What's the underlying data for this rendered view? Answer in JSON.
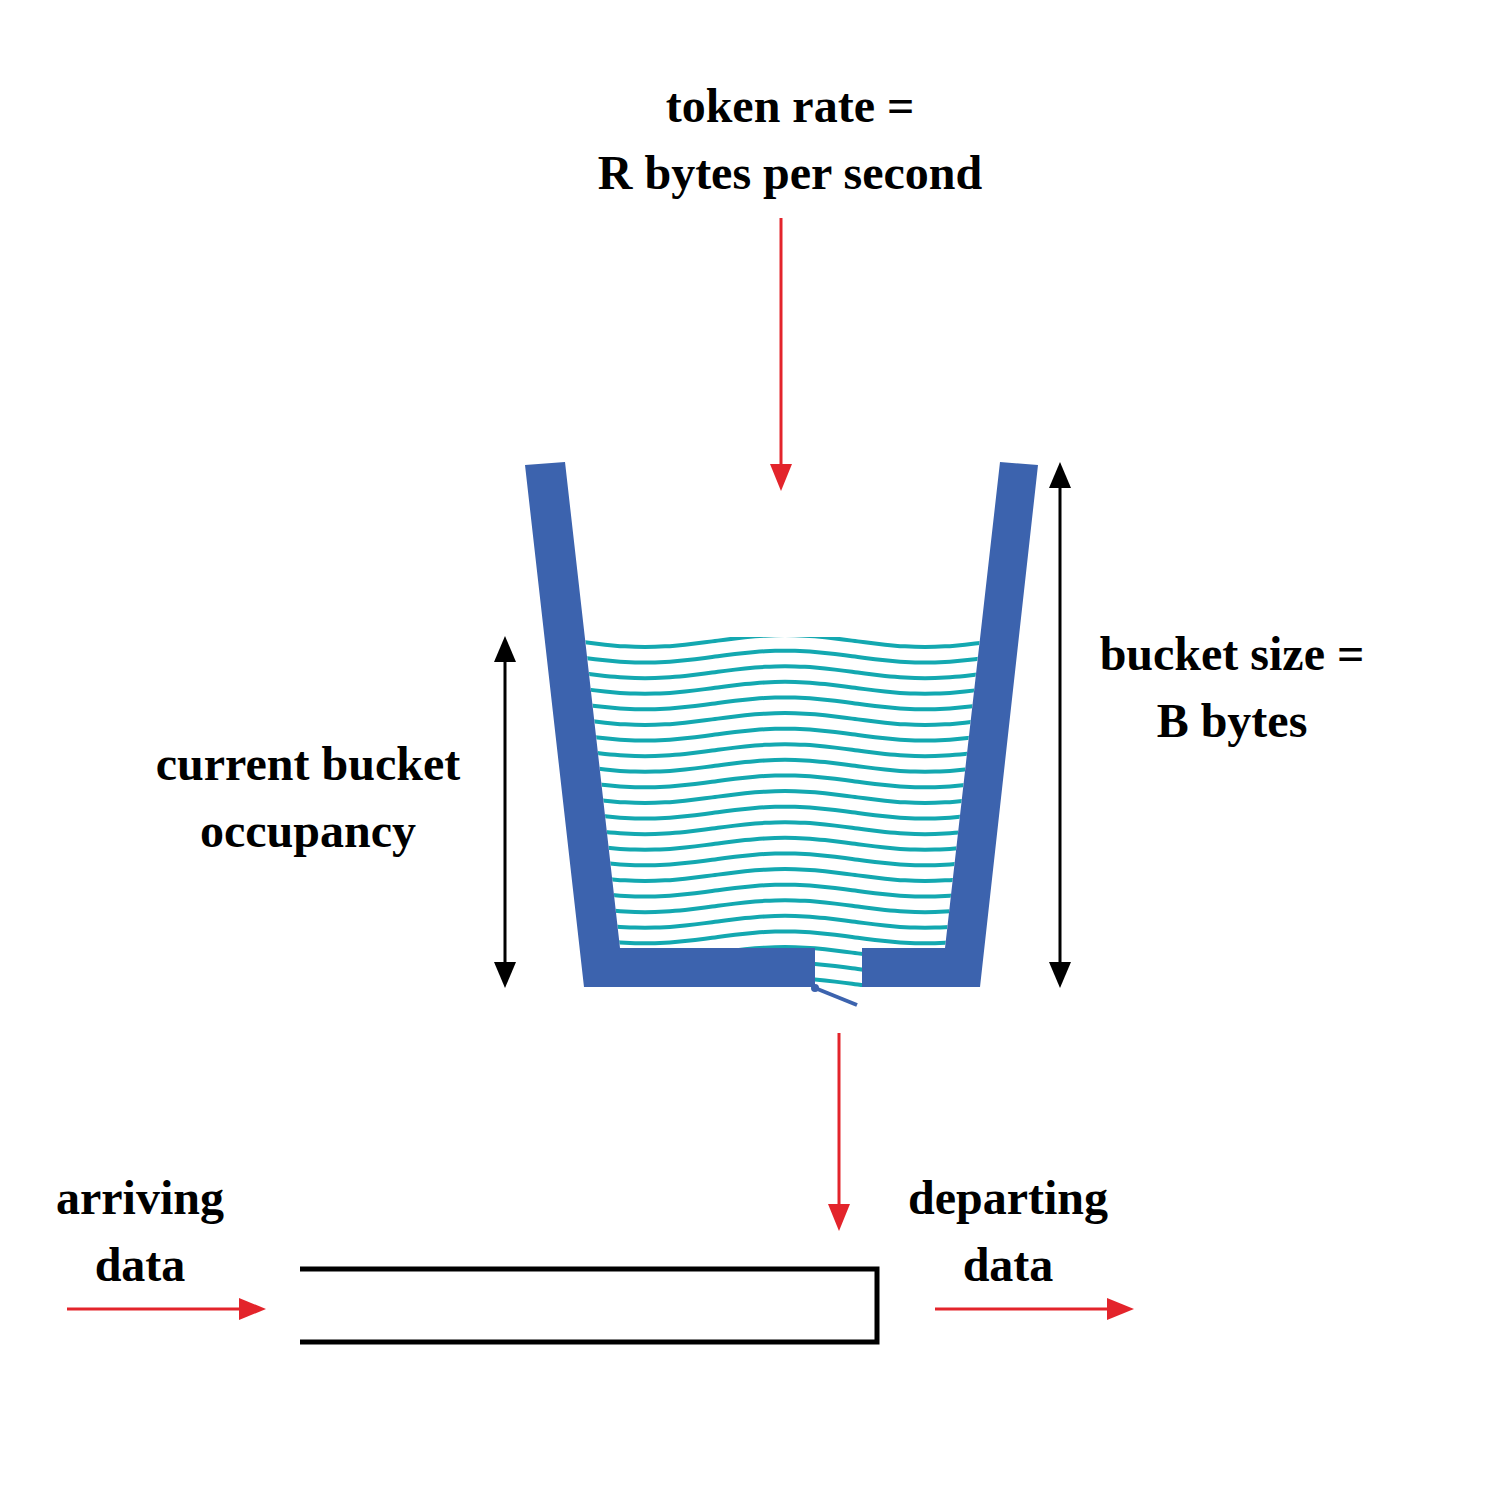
{
  "diagram": {
    "labels": [
      "token rate = R bytes per second",
      "bucket size = B bytes",
      "current bucket occupancy",
      "arriving data",
      "departing data"
    ]
  }
}
